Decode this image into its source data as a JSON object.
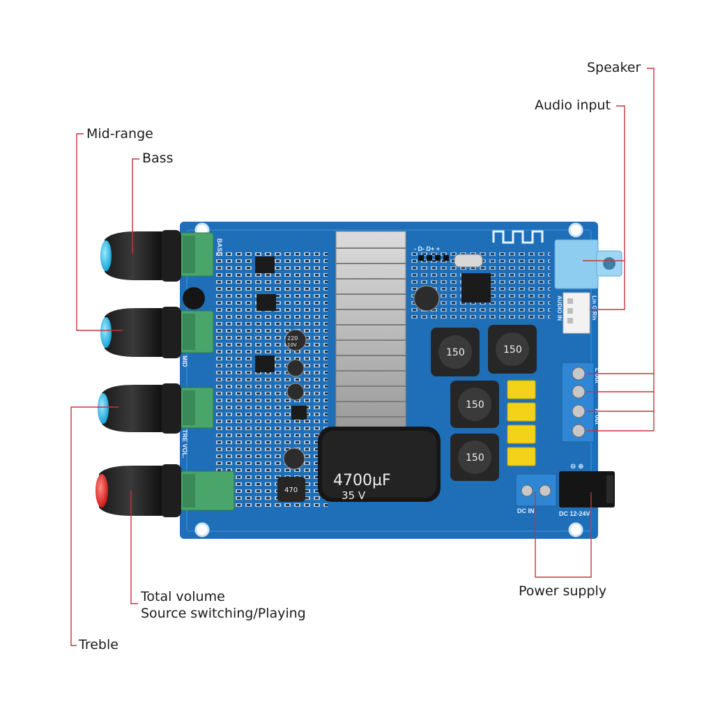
{
  "callouts": {
    "speaker": "Speaker",
    "audio_input": "Audio input",
    "mid_range": "Mid-range",
    "bass": "Bass",
    "total_volume": "Total volume",
    "source_switching": "Source switching/Playing",
    "treble": "Treble",
    "power_supply": "Power supply"
  },
  "board_silkscreen": {
    "bass": "BASS",
    "mid": "MID",
    "tre_vol": "TRE  VOL.",
    "audio_in": "AUDIO IN",
    "lin_gr": "Lin G Rin",
    "lout": "L out",
    "rout": "R out",
    "dc_in": "DC IN",
    "dc_voltage": "DC 12-24V",
    "pins": "- D- D+ +",
    "polarity": "⊖ ⊕"
  },
  "components": {
    "inductor_value": "150",
    "small_inductor_value": "470",
    "capacitor_value": "4700µF",
    "capacitor_voltage": "35  V",
    "small_cap_value": "220",
    "small_cap_voltage": "10V"
  },
  "colors": {
    "pcb": "#1f6fb8",
    "pcb_dark": "#18589a",
    "leader": "#c7323c",
    "potentiometer": "#4aa56a",
    "terminal": "#2f86d4",
    "audio_jack": "#8ecdf0",
    "film_cap": "#f3d21a"
  }
}
